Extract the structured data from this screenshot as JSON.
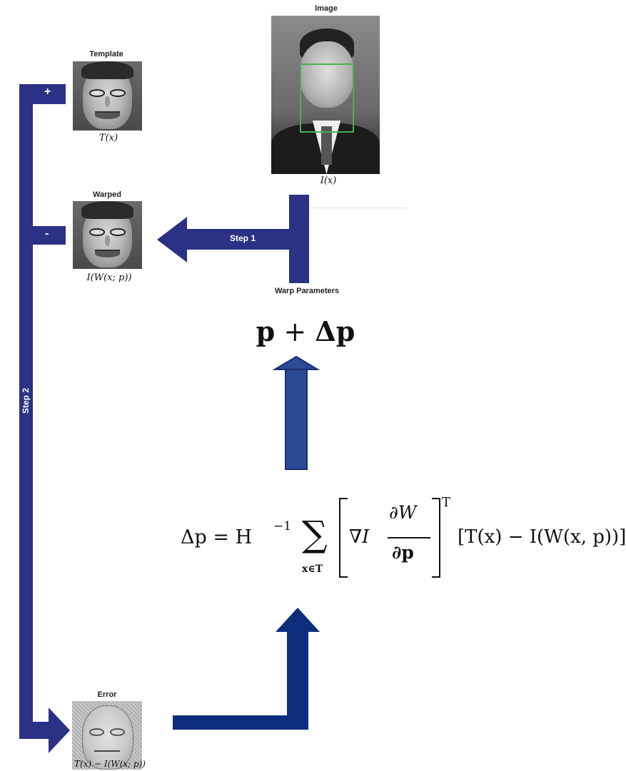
{
  "nodes": {
    "image": {
      "title": "Image",
      "formula": "I(x)"
    },
    "template": {
      "title": "Template",
      "formula": "T(x)"
    },
    "warped": {
      "title": "Warped",
      "formula": "I(W(x; p))"
    },
    "error": {
      "title": "Error",
      "formula": "T(x) − I(W(x; p))"
    }
  },
  "labels": {
    "warp_parameters": "Warp Parameters",
    "step1": "Step 1",
    "step2": "Step 2",
    "plus_sign": "+",
    "minus_sign": "-"
  },
  "update": {
    "delta_p": "Δp",
    "lhs_prefix": "Δ",
    "p": "p",
    "plus": " + "
  },
  "equation": {
    "lhs": "Δp = H",
    "inv": "−1",
    "sum": "∑",
    "sum_sub": "x∈T",
    "grad": "∇I",
    "partial_num": "∂W",
    "partial_den": "∂p",
    "transpose": "T",
    "bracket_body": "T(x) − I(W(x, p))"
  },
  "colors": {
    "arrow_blue": "#2b3184",
    "arrow_navy": "#0b2d7a",
    "box_green": "#4caf50"
  }
}
